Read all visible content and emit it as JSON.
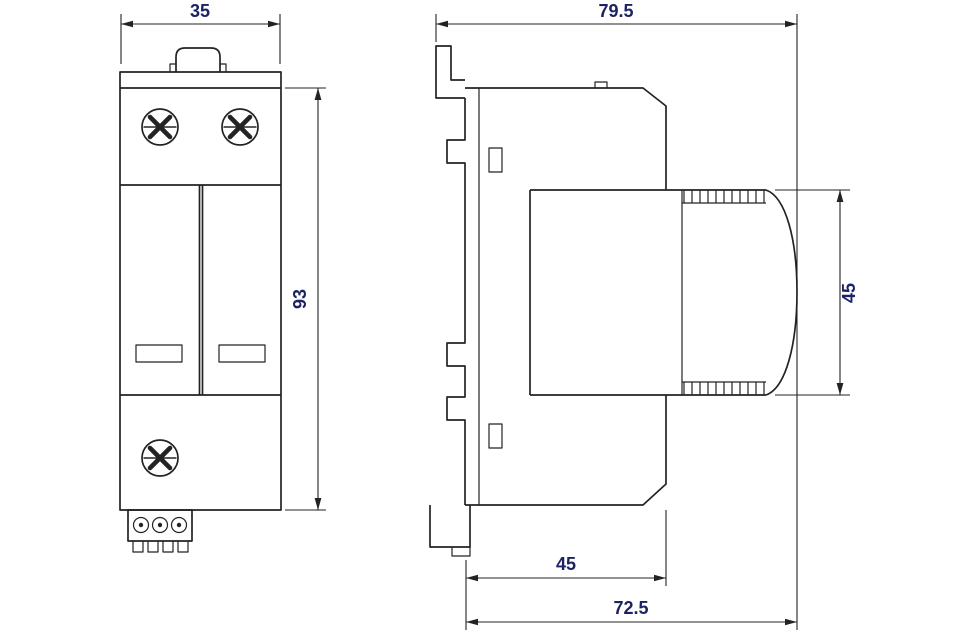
{
  "drawing": {
    "front_view": {
      "width_label": "35",
      "height_label": "93"
    },
    "side_view": {
      "total_depth_label": "79.5",
      "module_height_label": "45",
      "base_depth_label": "45",
      "body_depth_label": "72.5"
    }
  },
  "colors": {
    "line": "#232323",
    "dimension_text": "#1d2264",
    "background": "#ffffff"
  }
}
